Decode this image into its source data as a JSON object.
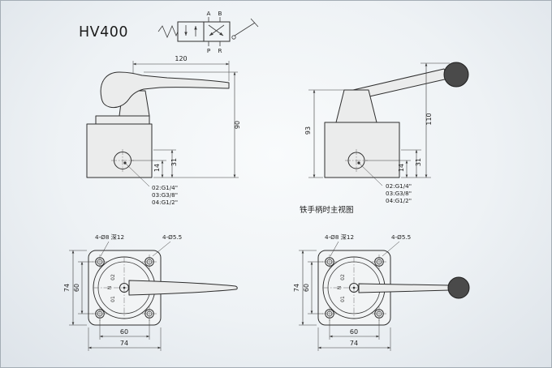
{
  "title": "HV400",
  "symbol": {
    "a": "A",
    "b": "B",
    "p": "P",
    "r": "R"
  },
  "side_view": {
    "dim_handle": "120",
    "dim_height": "90",
    "dim_31": "31",
    "dim_14": "14",
    "port1": "02:G1/4\"",
    "port2": "03:G3/8\"",
    "port3": "04:G1/2\""
  },
  "front_view": {
    "dim_93": "93",
    "dim_110": "110",
    "dim_31": "31",
    "dim_14": "14",
    "port1": "02:G1/4\"",
    "port2": "03:G3/8\"",
    "port3": "04:G1/2\"",
    "caption": "铁手柄时主视图"
  },
  "bottom_flat": {
    "cb": "4-Ø8 深12",
    "th": "4-Ø5.5",
    "v_outer": "74",
    "v_inner": "60",
    "h_inner": "60",
    "h_outer": "74",
    "marks": [
      "02",
      "N",
      "01"
    ]
  },
  "bottom_ball": {
    "cb": "4-Ø8 深12",
    "th": "4-Ø5.5",
    "v_outer": "74",
    "v_inner": "60",
    "h_inner": "60",
    "h_outer": "74",
    "marks": [
      "02",
      "N",
      "01"
    ]
  }
}
